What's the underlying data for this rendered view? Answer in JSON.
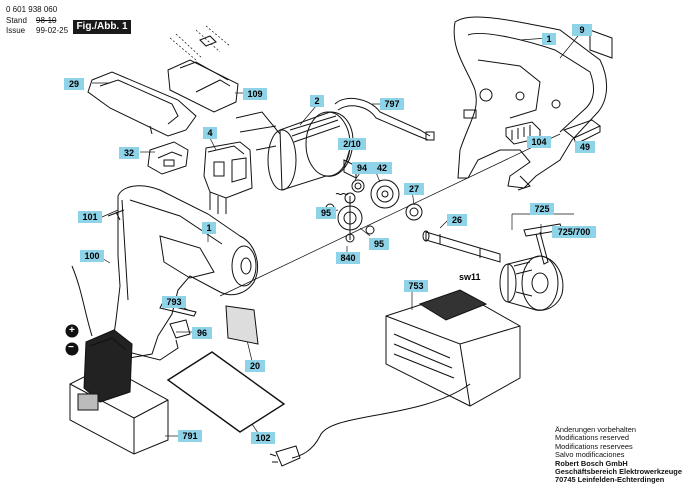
{
  "header": {
    "doc_number": "0 601 938 060",
    "stand_label": "Stand",
    "stand_value": "98-10",
    "issue_label": "Issue",
    "issue_value": "99-02-25",
    "figure": "Fig./Abb. 1"
  },
  "parts": [
    {
      "id": "p1a",
      "text": "1"
    },
    {
      "id": "p9",
      "text": "9"
    },
    {
      "id": "p29",
      "text": "29"
    },
    {
      "id": "p109",
      "text": "109"
    },
    {
      "id": "p2",
      "text": "2"
    },
    {
      "id": "p797",
      "text": "797"
    },
    {
      "id": "p104",
      "text": "104"
    },
    {
      "id": "p49",
      "text": "49"
    },
    {
      "id": "p4",
      "text": "4"
    },
    {
      "id": "p32",
      "text": "32"
    },
    {
      "id": "p210",
      "text": "2/10"
    },
    {
      "id": "p94",
      "text": "94"
    },
    {
      "id": "p42",
      "text": "42"
    },
    {
      "id": "p27",
      "text": "27"
    },
    {
      "id": "p101",
      "text": "101"
    },
    {
      "id": "p95a",
      "text": "95"
    },
    {
      "id": "p26",
      "text": "26"
    },
    {
      "id": "p1b",
      "text": "1"
    },
    {
      "id": "p725",
      "text": "725"
    },
    {
      "id": "p725700",
      "text": "725/700"
    },
    {
      "id": "p95b",
      "text": "95"
    },
    {
      "id": "p840",
      "text": "840"
    },
    {
      "id": "p100",
      "text": "100"
    },
    {
      "id": "p753",
      "text": "753"
    },
    {
      "id": "p793",
      "text": "793"
    },
    {
      "id": "p96",
      "text": "96"
    },
    {
      "id": "p20",
      "text": "20"
    },
    {
      "id": "p791",
      "text": "791"
    },
    {
      "id": "p102",
      "text": "102"
    }
  ],
  "sw11": "sw11",
  "plus": "+",
  "minus": "−",
  "footer": {
    "l1": "Änderungen vorbehalten",
    "l2": "Modifications reserved",
    "l3": "Modifications reservees",
    "l4": "Salvo modificaciones",
    "l5": "Robert Bosch GmbH",
    "l6": "Geschäftsbereich Elektrowerkzeuge",
    "l7": "70745 Leinfelden-Echterdingen"
  }
}
